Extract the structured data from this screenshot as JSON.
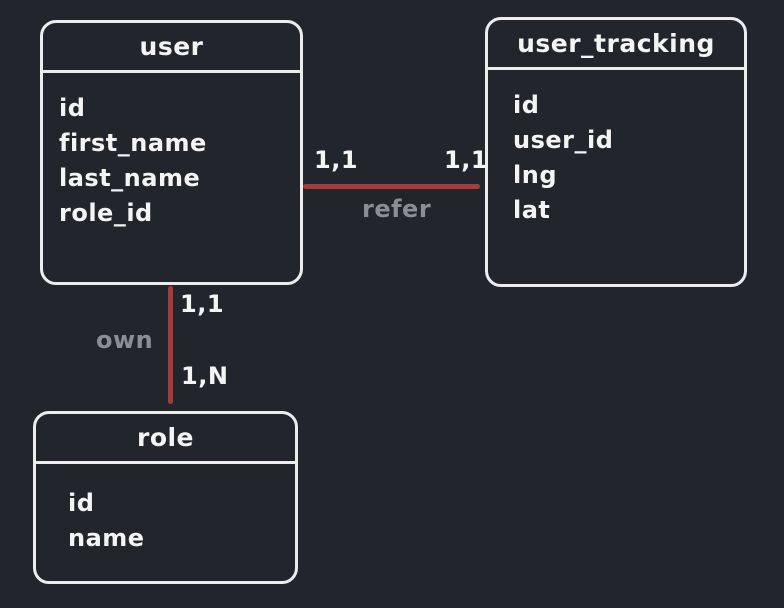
{
  "diagram": {
    "entities": [
      {
        "name": "user",
        "fields": [
          "id",
          "first_name",
          "last_name",
          "role_id"
        ]
      },
      {
        "name": "user_tracking",
        "fields": [
          "id",
          "user_id",
          "lng",
          "lat"
        ]
      },
      {
        "name": "role",
        "fields": [
          "id",
          "name"
        ]
      }
    ],
    "relationships": [
      {
        "name": "refer",
        "from_entity": "user",
        "to_entity": "user_tracking",
        "from_cardinality": "1,1",
        "to_cardinality": "1,1"
      },
      {
        "name": "own",
        "from_entity": "user",
        "to_entity": "role",
        "from_cardinality": "1,1",
        "to_cardinality": "1,N"
      }
    ],
    "colors": {
      "background": "#22262c",
      "entity_border": "#ededee",
      "entity_text": "#f4f4f5",
      "relationship_line": "#a73c3c",
      "relationship_label": "#8b8e95"
    }
  }
}
